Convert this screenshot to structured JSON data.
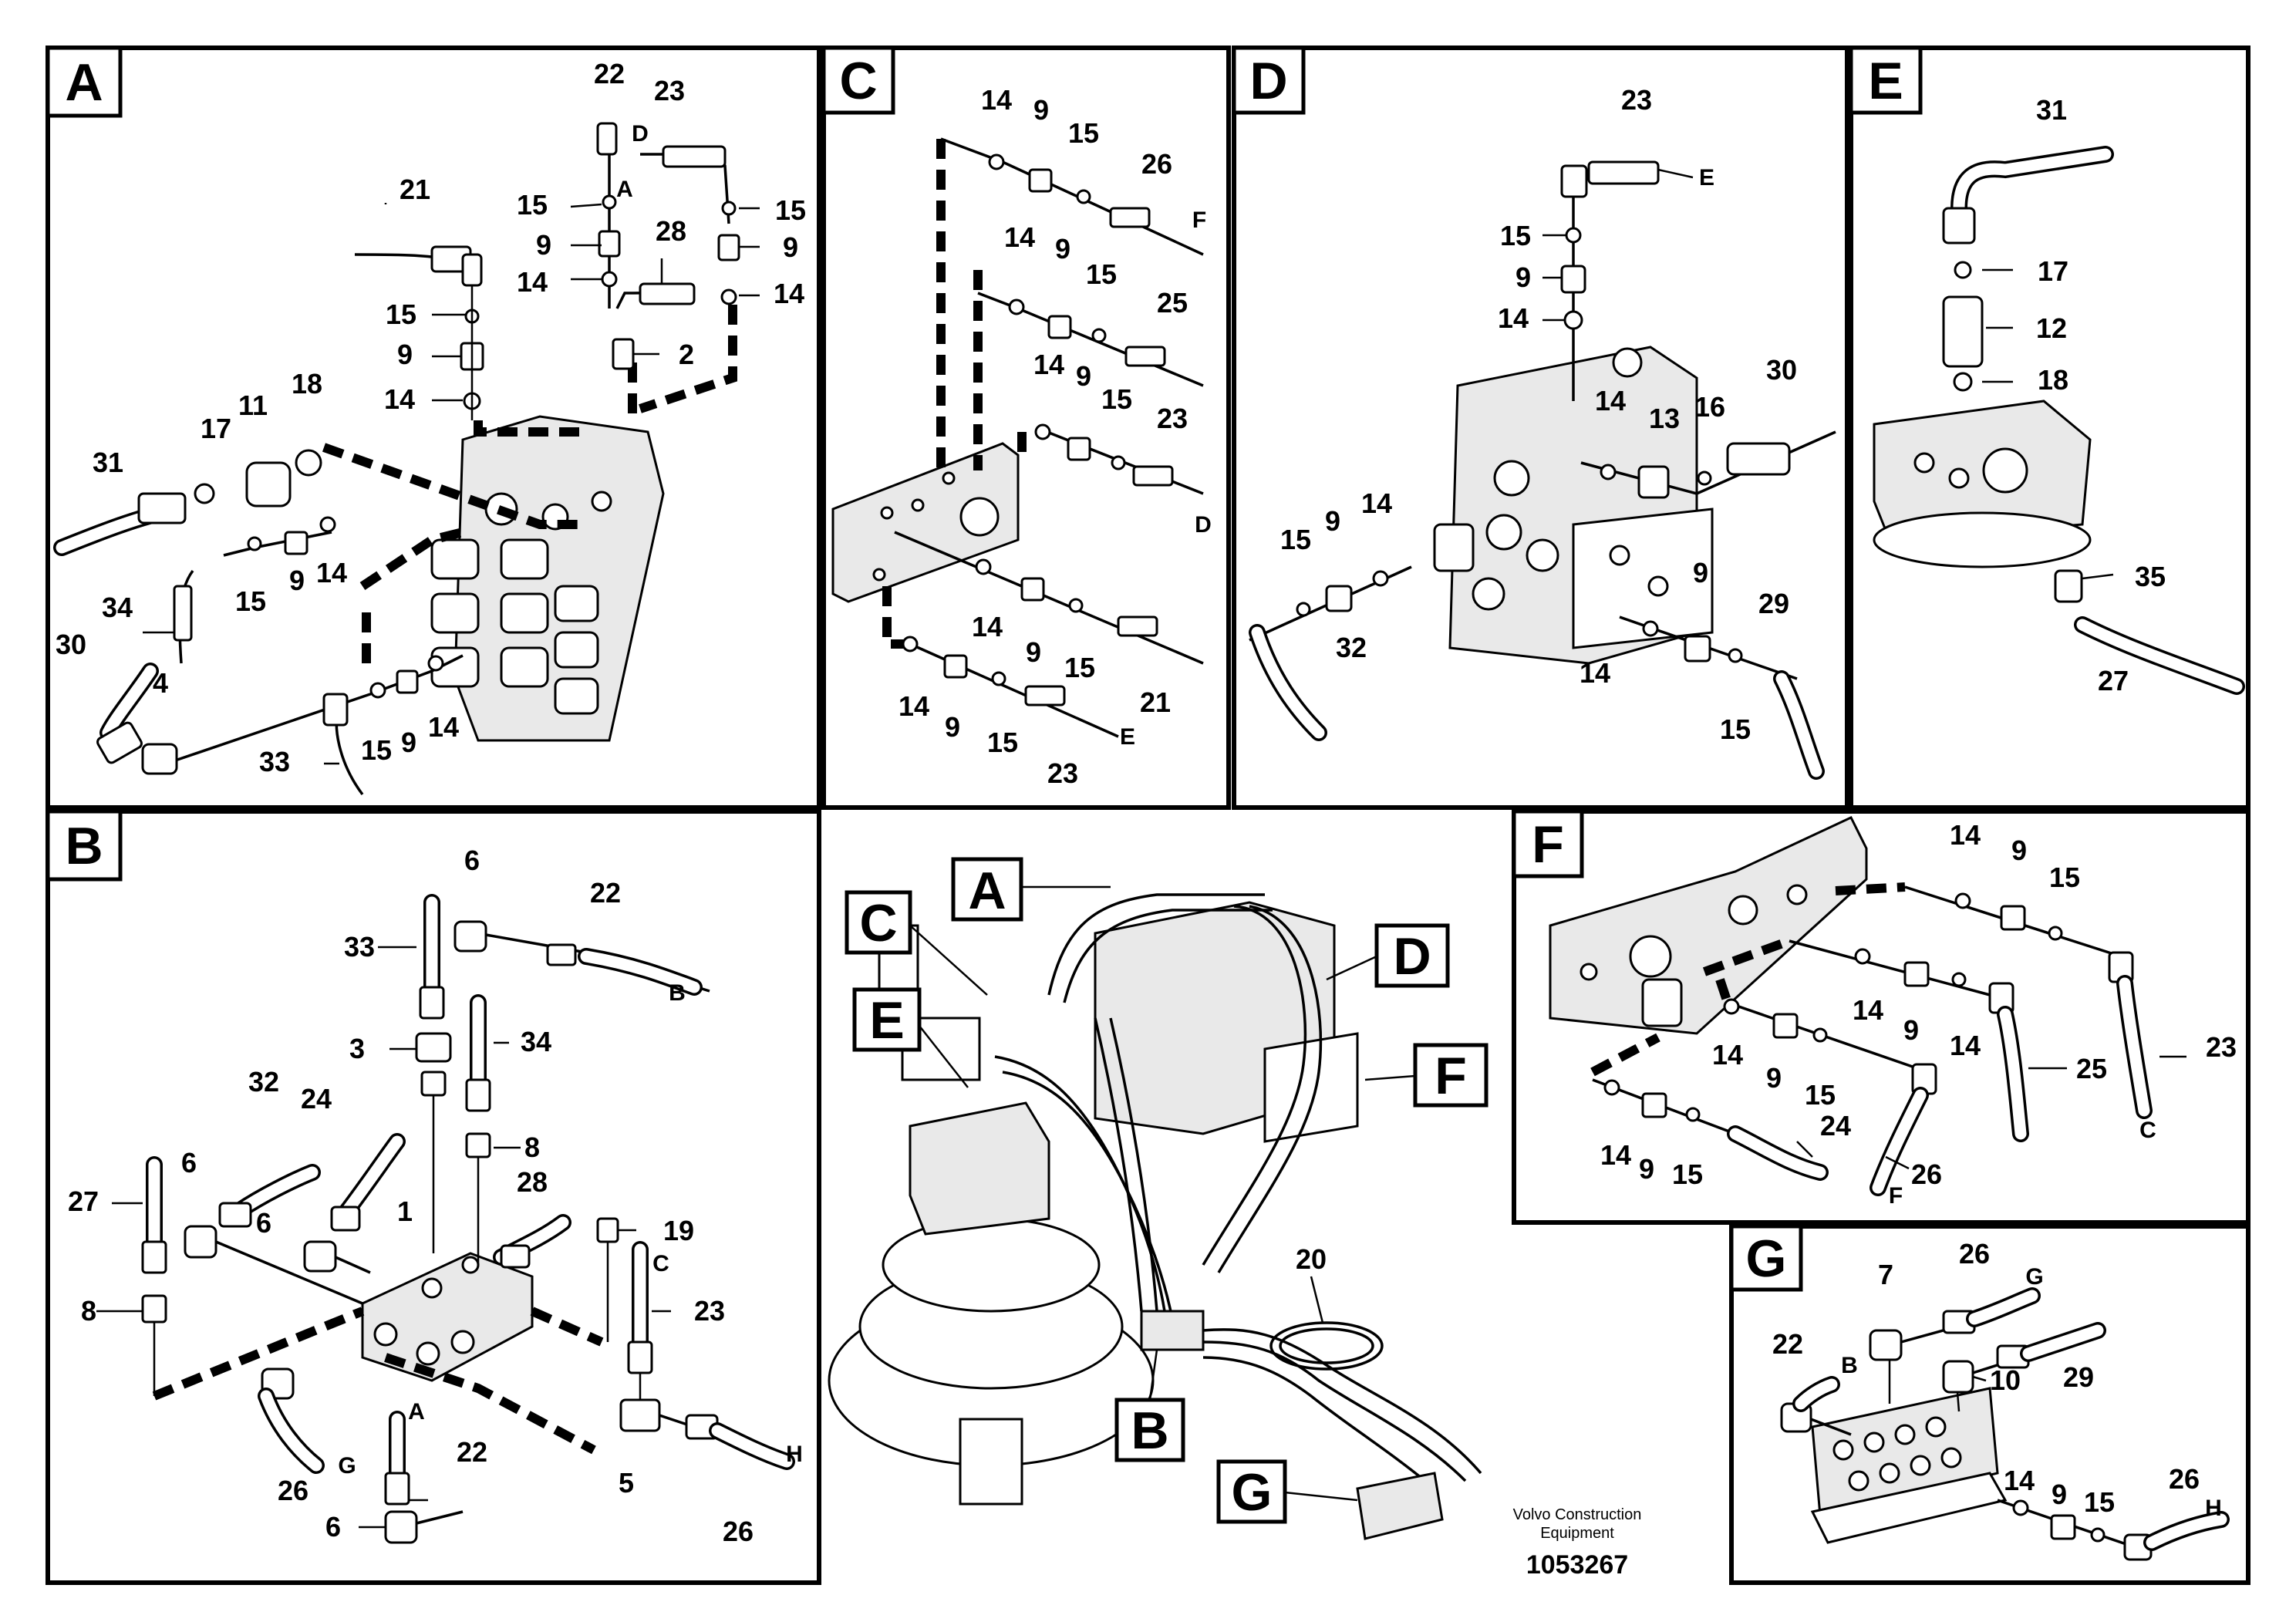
{
  "panels": {
    "A": {
      "tag": "A",
      "callouts": [
        "22",
        "23",
        "D",
        "A",
        "15",
        "15",
        "9",
        "9",
        "21",
        "28",
        "14",
        "14",
        "15",
        "9",
        "2",
        "14",
        "31",
        "17",
        "11",
        "18",
        "15",
        "9",
        "14",
        "34",
        "30",
        "4",
        "33",
        "15",
        "9",
        "14"
      ]
    },
    "C": {
      "tag": "C",
      "callouts": [
        "14",
        "9",
        "15",
        "26",
        "F",
        "14",
        "9",
        "15",
        "25",
        "14",
        "9",
        "15",
        "23",
        "D",
        "14",
        "9",
        "15",
        "21",
        "14",
        "9",
        "15",
        "23",
        "E"
      ]
    },
    "D": {
      "tag": "D",
      "callouts": [
        "23",
        "E",
        "15",
        "9",
        "14",
        "30",
        "14",
        "13",
        "16",
        "15",
        "9",
        "14",
        "32",
        "9",
        "29",
        "14",
        "15"
      ]
    },
    "E": {
      "tag": "E",
      "callouts": [
        "31",
        "17",
        "12",
        "18",
        "35",
        "27"
      ]
    },
    "B": {
      "tag": "B",
      "callouts": [
        "6",
        "22",
        "33",
        "B",
        "34",
        "3",
        "32",
        "24",
        "8",
        "6",
        "28",
        "27",
        "19",
        "C",
        "6",
        "1",
        "23",
        "8",
        "A",
        "22",
        "H",
        "26",
        "G",
        "5",
        "26",
        "6"
      ]
    },
    "overview": {
      "tags": [
        "A",
        "C",
        "E",
        "D",
        "F",
        "B",
        "G"
      ],
      "callouts": [
        "20"
      ],
      "credit_line1": "Volvo Construction",
      "credit_line2": "Equipment",
      "doc_number": "1053267"
    },
    "F": {
      "tag": "F",
      "callouts": [
        "14",
        "9",
        "15",
        "14",
        "9",
        "14",
        "23",
        "14",
        "9",
        "15",
        "25",
        "C",
        "14",
        "9",
        "15",
        "24",
        "26",
        "F"
      ]
    },
    "G": {
      "tag": "G",
      "callouts": [
        "26",
        "7",
        "G",
        "22",
        "B",
        "10",
        "29",
        "14",
        "9",
        "15",
        "26",
        "H"
      ]
    }
  }
}
